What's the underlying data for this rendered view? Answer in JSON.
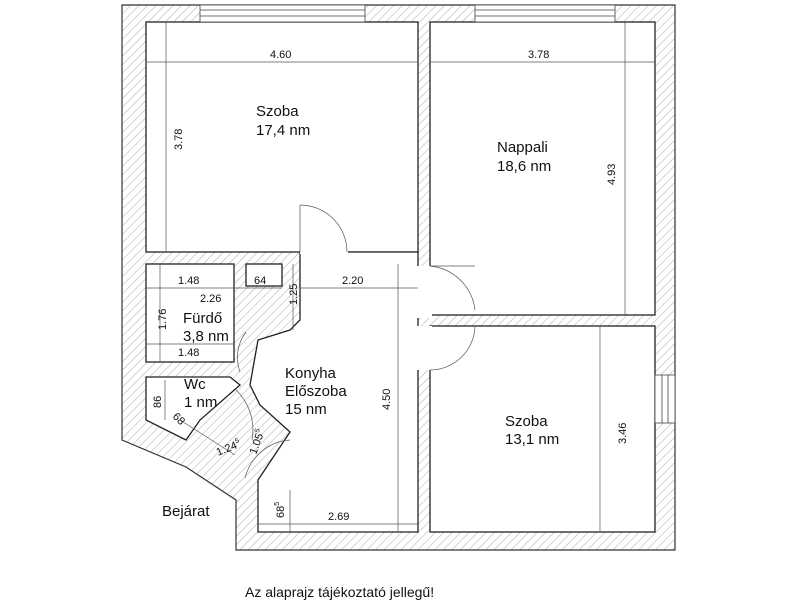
{
  "rooms": {
    "szoba_top": {
      "name": "Szoba",
      "area": "17,4 nm"
    },
    "nappali": {
      "name": "Nappali",
      "area": "18,6 nm"
    },
    "furdo": {
      "name": "Fürdő",
      "area": "3,8 nm"
    },
    "wc": {
      "name": "Wc",
      "area": "1 nm"
    },
    "konyha": {
      "name1": "Konyha",
      "name2": "Előszoba",
      "area": "15 nm"
    },
    "szoba_bottom": {
      "name": "Szoba",
      "area": "13,1 nm"
    }
  },
  "dimensions": {
    "szoba_top_width": "4.60",
    "szoba_top_depth": "3.78",
    "nappali_width": "3.78",
    "nappali_depth": "4.93",
    "furdo_width_top": "1.48",
    "furdo_width_bottom": "1.48",
    "furdo_depth": "1.76",
    "furdo_diagonal": "2.26",
    "niche": "64",
    "hall_small": "1.25",
    "hall_width": "2.20",
    "konyha_depth": "4.50",
    "wc_a": "86",
    "wc_b": "68",
    "entry_a": "1.24",
    "entry_a_sup": "5",
    "entry_b": "1.05",
    "entry_b_sup": "5",
    "entry_c": "68",
    "entry_c_sup": "5",
    "konyha_width_bottom": "2.69",
    "szoba_bottom_depth": "3.46"
  },
  "entrance_label": "Bejárat",
  "footnote": "Az alaprajz tájékoztató jellegű!"
}
